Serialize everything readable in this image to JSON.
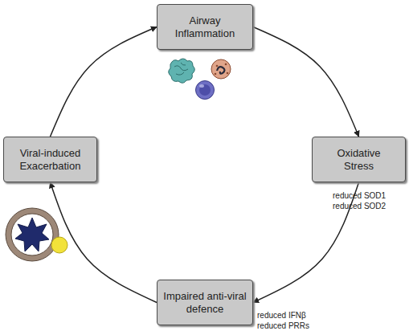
{
  "diagram": {
    "nodes": [
      {
        "text": [
          "Airway Inflammation"
        ]
      },
      {
        "text": [
          "Oxidative Stress"
        ]
      },
      {
        "text": [
          "Impaired anti-viral defence"
        ]
      },
      {
        "text": [
          "Viral-induced Exacerbation"
        ]
      }
    ],
    "edges": [
      {
        "from": 0,
        "to": 1,
        "arrow": "to"
      },
      {
        "from": 1,
        "to": 2,
        "arrow": "to"
      },
      {
        "from": 2,
        "to": 3,
        "arrow": "to"
      },
      {
        "from": 3,
        "to": 0,
        "arrow": "to"
      }
    ],
    "labels": [
      "reduced SOD1",
      "reduced SOD2",
      "reduced IFNβ",
      "reduced PRRs"
    ]
  }
}
